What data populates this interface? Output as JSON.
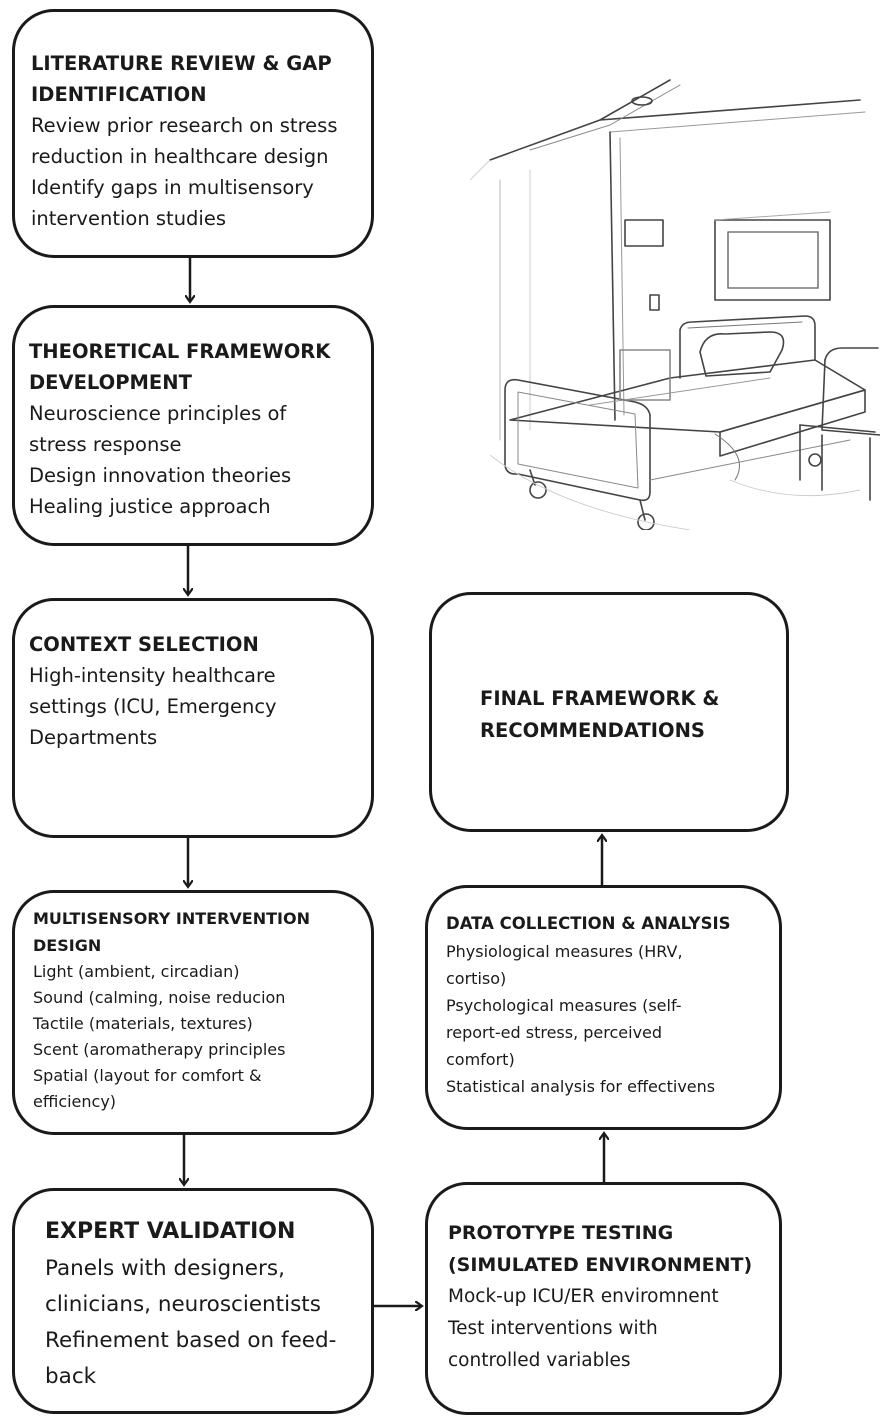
{
  "boxes": {
    "literature": {
      "title": [
        "LITERATURE REVIEW & GAP",
        "IDENTIFICATION"
      ],
      "lines": [
        "Review prior research on stress",
        "reduction in healthcare design",
        "Identify gaps in multisensory",
        "intervention studies"
      ]
    },
    "framework": {
      "title": [
        "THEORETICAL FRAMEWORK",
        "DEVELOPMENT"
      ],
      "lines": [
        "Neuroscience principles of",
        "stress response",
        "Design innovation theories",
        "Healing justice approach"
      ]
    },
    "context": {
      "title": [
        "CONTEXT SELECTION"
      ],
      "lines": [
        "High-intensity healthcare",
        "settings (ICU, Emergency",
        "Departments"
      ]
    },
    "multisensory": {
      "title": [
        "MULTISENSORY INTERVENTION",
        "DESIGN"
      ],
      "lines": [
        "Light (ambient, circadian)",
        "Sound (calming, noise reducion",
        "Tactile (materials, textures)",
        "Scent (aromatherapy principles",
        "Spatial (layout for comfort &",
        "efficiency)"
      ]
    },
    "expert": {
      "title": [
        "EXPERT VALIDATION"
      ],
      "lines": [
        "Panels with designers,",
        "clinicians, neuroscientists",
        "Refinement based on feed-",
        "back"
      ]
    },
    "prototype": {
      "title": [
        "PROTOTYPE TESTING",
        "(SIMULATED ENVIRONMENT)"
      ],
      "lines": [
        "Mock-up ICU/ER enviromnent",
        "Test interventions with",
        "controlled variables"
      ]
    },
    "data_collection": {
      "title": [
        "DATA COLLECTION & ANALYSIS"
      ],
      "lines": [
        "Physiological measures (HRV,",
        "cortiso)",
        "Psychological measures (self-",
        "report-ed stress, perceived",
        "comfort)",
        "Statistical analysis for effectivens"
      ]
    },
    "final": {
      "title": [
        "FINAL FRAMEWORK &",
        "RECOMMENDATIONS"
      ],
      "lines": []
    }
  },
  "illustration": {
    "icon": "hospital-room-sketch"
  },
  "colors": {
    "stroke": "#1a1a1a",
    "background": "#ffffff"
  }
}
